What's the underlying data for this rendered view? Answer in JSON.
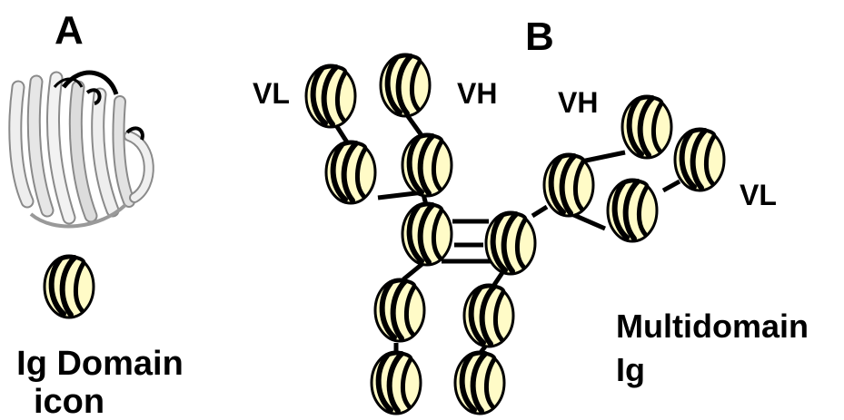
{
  "panel_a": {
    "letter": "A",
    "caption_line1": "Ig Domain",
    "caption_line2": "icon"
  },
  "panel_b": {
    "letter": "B",
    "left_vl": "VL",
    "left_vh": "VH",
    "right_vh": "VH",
    "right_vl": "VL",
    "caption_line1": "Multidomain",
    "caption_line2": "Ig"
  },
  "colors": {
    "domain_fill": "#fffbc7",
    "domain_stroke": "#000000",
    "ribbon_fill": "#eeeeee"
  }
}
